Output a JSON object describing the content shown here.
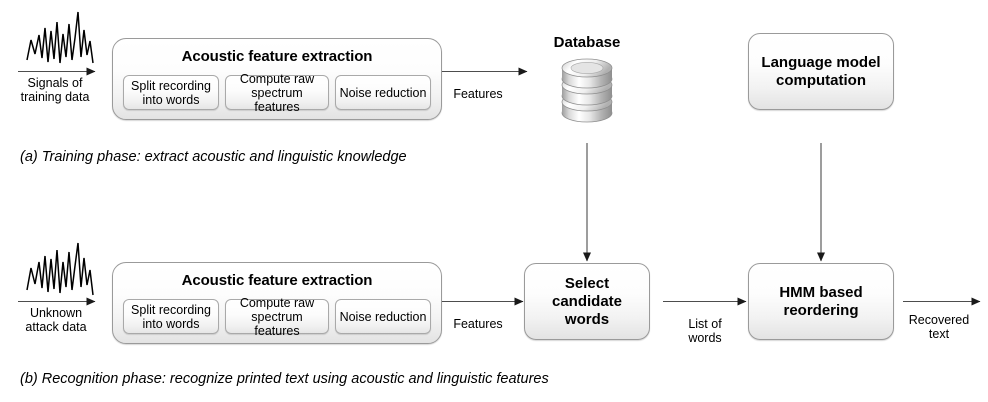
{
  "figure": {
    "type": "flow-diagram",
    "title": "Acoustic keyboard/printer eavesdropping pipeline",
    "panels": [
      {
        "id": "a",
        "caption": "(a) Training phase: extract acoustic and linguistic knowledge"
      },
      {
        "id": "b",
        "caption": "(b) Recognition phase: recognize printed text using acoustic and linguistic features"
      }
    ]
  },
  "panel_a": {
    "input": {
      "icon": "waveform-icon",
      "label": "Signals of\ntraining data"
    },
    "acoustic_box": {
      "title": "Acoustic feature extraction",
      "steps": [
        "Split recording\ninto words",
        "Compute raw\nspectrum features",
        "Noise reduction"
      ]
    },
    "edges": [
      {
        "from": "acoustic-feature-extraction",
        "to": "database",
        "label": "Features"
      }
    ],
    "database": {
      "title": "Database",
      "icon": "database-cylinder-icon"
    },
    "language_model": {
      "label": "Language\nmodel\ncomputation"
    }
  },
  "panel_b": {
    "input": {
      "icon": "waveform-icon",
      "label": "Unknown\nattack data"
    },
    "acoustic_box": {
      "title": "Acoustic feature extraction",
      "steps": [
        "Split recording\ninto words",
        "Compute raw\nspectrum features",
        "Noise reduction"
      ]
    },
    "select_candidate": {
      "label": "Select\ncandidate\nwords"
    },
    "hmm": {
      "label": "HMM based\nreordering"
    },
    "edges": [
      {
        "from": "acoustic-feature-extraction",
        "to": "select-candidate-words",
        "label": "Features"
      },
      {
        "from": "select-candidate-words",
        "to": "hmm-based-reordering",
        "label": "List of\nwords"
      },
      {
        "from": "hmm-based-reordering",
        "to": "output",
        "label": "Recovered\ntext"
      }
    ]
  },
  "cross_edges": [
    {
      "from": "database",
      "to": "select-candidate-words",
      "label": ""
    },
    {
      "from": "language-model-computation",
      "to": "hmm-based-reordering",
      "label": ""
    }
  ],
  "colors": {
    "background": "#ffffff",
    "stroke": "#4d4d4d",
    "box_border": "#9a9a9a",
    "box_fill_top": "#ffffff",
    "box_fill_bottom": "#e3e3e3",
    "text": "#000000"
  }
}
